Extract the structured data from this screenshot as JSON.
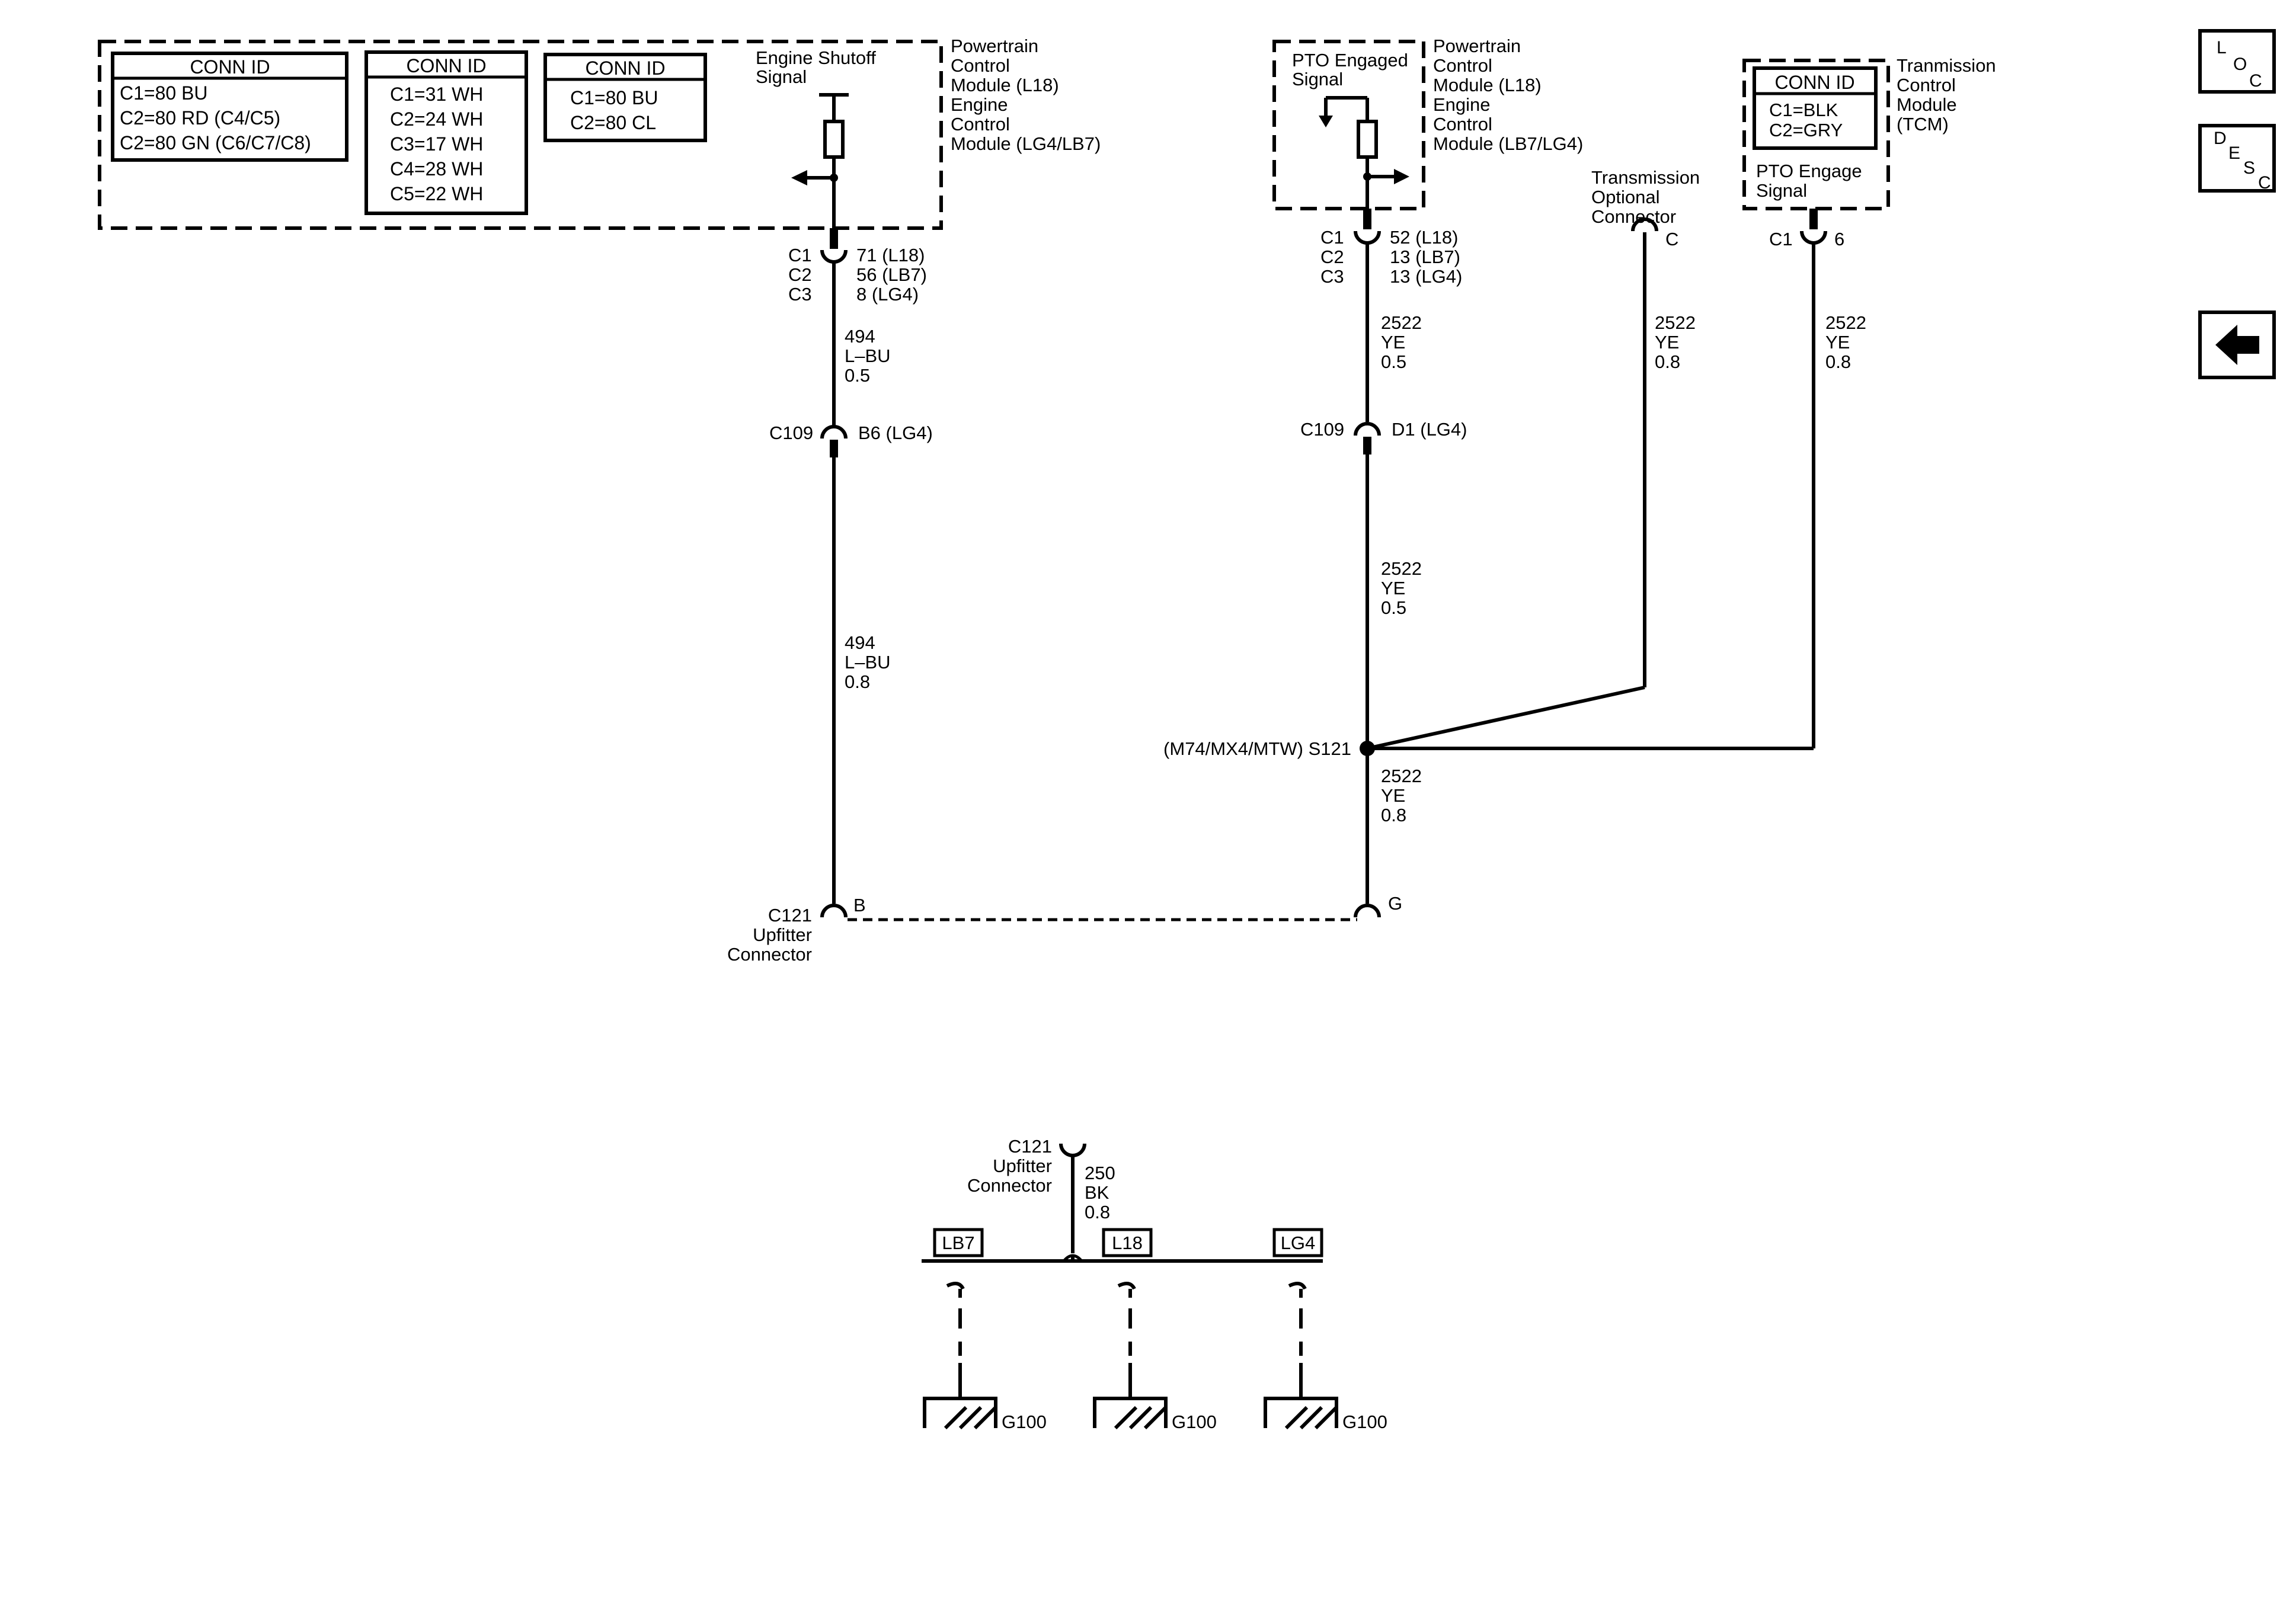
{
  "modules": {
    "pcm_conn_tables": [
      {
        "header": "CONN ID",
        "rows": [
          "C1=80 BU",
          "C2=80 RD (C4/C5)",
          "C2=80 GN (C6/C7/C8)"
        ]
      },
      {
        "header": "CONN ID",
        "rows": [
          "C1=31 WH",
          "C2=24 WH",
          "C3=17 WH",
          "C4=28 WH",
          "C5=22 WH"
        ]
      },
      {
        "header": "CONN ID",
        "rows": [
          "C1=80 BU",
          "C2=80 CL"
        ]
      }
    ],
    "pcm_left_signal": [
      "Engine Shutoff",
      "Signal"
    ],
    "pcm_left_name": [
      "Powertrain",
      "Control",
      "Module (L18)",
      "Engine",
      "Control",
      "Module (LG4/LB7)"
    ],
    "pcm_right_signal": [
      "PTO Engaged",
      "Signal"
    ],
    "pcm_right_name": [
      "Powertrain",
      "Control",
      "Module (L18)",
      "Engine",
      "Control",
      "Module (LB7/LG4)"
    ],
    "trans_opt_conn": [
      "Transmission",
      "Optional",
      "Connector"
    ],
    "tcm_conn_table": {
      "header": "CONN ID",
      "rows": [
        "C1=BLK",
        "C2=GRY"
      ]
    },
    "tcm_signal": [
      "PTO Engage",
      "Signal"
    ],
    "tcm_name": [
      "Tranmission",
      "Control",
      "Module",
      "(TCM)"
    ]
  },
  "circuits": {
    "left_conn_ids": [
      "C1",
      "C2",
      "C3"
    ],
    "left_pins": [
      "71 (L18)",
      "56 (LB7)",
      "8 (LG4)"
    ],
    "left_wire_top": [
      "494",
      "L–BU",
      "0.5"
    ],
    "left_c109_name": "C109",
    "left_c109_pin": "B6 (LG4)",
    "left_wire_bottom": [
      "494",
      "L–BU",
      "0.8"
    ],
    "right_conn_ids": [
      "C1",
      "C2",
      "C3"
    ],
    "right_pins": [
      "52 (L18)",
      "13 (LB7)",
      "13 (LG4)"
    ],
    "right_wire_top": [
      "2522",
      "YE",
      "0.5"
    ],
    "right_c109_name": "C109",
    "right_c109_pin": "D1 (LG4)",
    "right_wire_mid": [
      "2522",
      "YE",
      "0.5"
    ],
    "splice_label": "(M74/MX4/MTW) S121",
    "right_wire_bottom": [
      "2522",
      "YE",
      "0.8"
    ],
    "trans_opt_pin": "C",
    "trans_wire": [
      "2522",
      "YE",
      "0.8"
    ],
    "tcm_conn": "C1",
    "tcm_pin": "6",
    "tcm_wire": [
      "2522",
      "YE",
      "0.8"
    ],
    "upfitter_pin_left": "B",
    "upfitter_pin_right": "G",
    "upfitter_label": [
      "C121",
      "Upfitter",
      "Connector"
    ]
  },
  "ground": {
    "upfitter_label": [
      "C121",
      "Upfitter",
      "Connector"
    ],
    "wire": [
      "250",
      "BK",
      "0.8"
    ],
    "options": [
      "LB7",
      "L18",
      "LG4"
    ],
    "ground_labels": [
      "G100",
      "G100",
      "G100"
    ]
  },
  "nav": {
    "loc": [
      "L",
      "O",
      "C"
    ],
    "desc": [
      "D",
      "E",
      "S",
      "C"
    ],
    "back_icon": "arrow-left-icon"
  }
}
